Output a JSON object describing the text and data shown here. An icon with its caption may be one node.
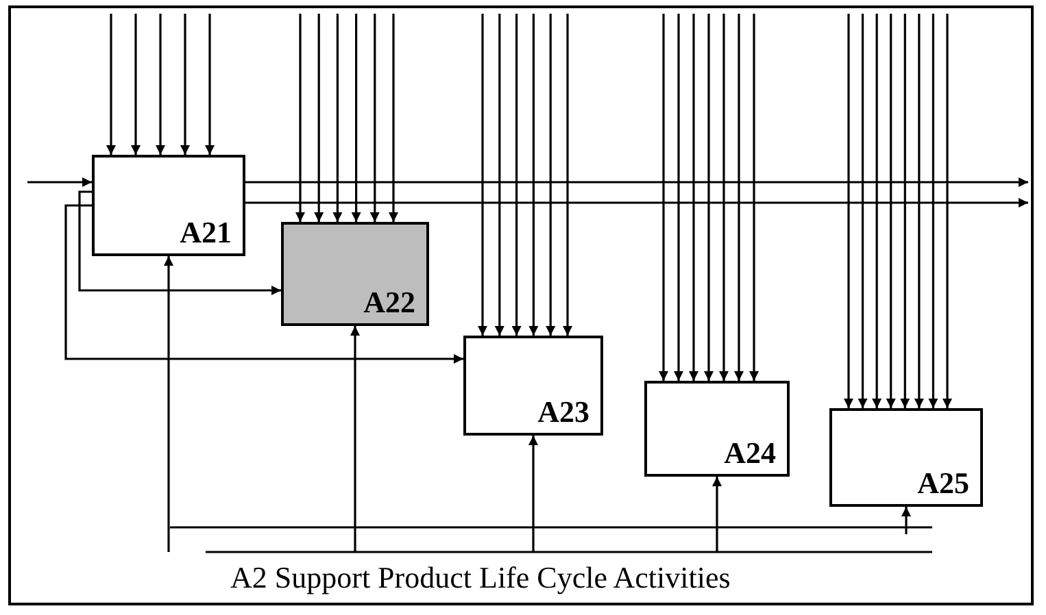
{
  "diagram": {
    "caption": "A2 Support Product Life Cycle Activities",
    "nodes": [
      {
        "text": [
          "A21"
        ]
      },
      {
        "text": [
          "A22"
        ]
      },
      {
        "text": [
          "A23"
        ]
      },
      {
        "text": [
          "A24"
        ]
      },
      {
        "text": [
          "A25"
        ]
      }
    ],
    "edges": [
      {
        "from": null,
        "to": 0,
        "arrow": "to"
      },
      {
        "from": 0,
        "to": 1,
        "arrow": "to"
      },
      {
        "from": 0,
        "to": 2,
        "arrow": "to"
      },
      {
        "from": 0,
        "to": null,
        "arrow": "to"
      },
      {
        "from": 0,
        "to": null,
        "arrow": "to"
      },
      {
        "from": null,
        "to": 0,
        "arrow": "to"
      },
      {
        "from": null,
        "to": 0,
        "arrow": "to"
      },
      {
        "from": null,
        "to": 0,
        "arrow": "to"
      },
      {
        "from": null,
        "to": 0,
        "arrow": "to"
      },
      {
        "from": null,
        "to": 0,
        "arrow": "to"
      },
      {
        "from": null,
        "to": 1,
        "arrow": "to"
      },
      {
        "from": null,
        "to": 1,
        "arrow": "to"
      },
      {
        "from": null,
        "to": 1,
        "arrow": "to"
      },
      {
        "from": null,
        "to": 1,
        "arrow": "to"
      },
      {
        "from": null,
        "to": 1,
        "arrow": "to"
      },
      {
        "from": null,
        "to": 1,
        "arrow": "to"
      },
      {
        "from": null,
        "to": 2,
        "arrow": "to"
      },
      {
        "from": null,
        "to": 2,
        "arrow": "to"
      },
      {
        "from": null,
        "to": 2,
        "arrow": "to"
      },
      {
        "from": null,
        "to": 2,
        "arrow": "to"
      },
      {
        "from": null,
        "to": 2,
        "arrow": "to"
      },
      {
        "from": null,
        "to": 2,
        "arrow": "to"
      },
      {
        "from": null,
        "to": 3,
        "arrow": "to"
      },
      {
        "from": null,
        "to": 3,
        "arrow": "to"
      },
      {
        "from": null,
        "to": 3,
        "arrow": "to"
      },
      {
        "from": null,
        "to": 3,
        "arrow": "to"
      },
      {
        "from": null,
        "to": 3,
        "arrow": "to"
      },
      {
        "from": null,
        "to": 3,
        "arrow": "to"
      },
      {
        "from": null,
        "to": 3,
        "arrow": "to"
      },
      {
        "from": null,
        "to": 4,
        "arrow": "to"
      },
      {
        "from": null,
        "to": 4,
        "arrow": "to"
      },
      {
        "from": null,
        "to": 4,
        "arrow": "to"
      },
      {
        "from": null,
        "to": 4,
        "arrow": "to"
      },
      {
        "from": null,
        "to": 4,
        "arrow": "to"
      },
      {
        "from": null,
        "to": 4,
        "arrow": "to"
      },
      {
        "from": null,
        "to": 4,
        "arrow": "to"
      },
      {
        "from": null,
        "to": 4,
        "arrow": "to"
      },
      {
        "from": null,
        "to": 0,
        "arrow": "to"
      },
      {
        "from": null,
        "to": 1,
        "arrow": "to"
      },
      {
        "from": null,
        "to": 2,
        "arrow": "to"
      },
      {
        "from": null,
        "to": 3,
        "arrow": "to"
      },
      {
        "from": null,
        "to": 4,
        "arrow": "to"
      }
    ]
  }
}
